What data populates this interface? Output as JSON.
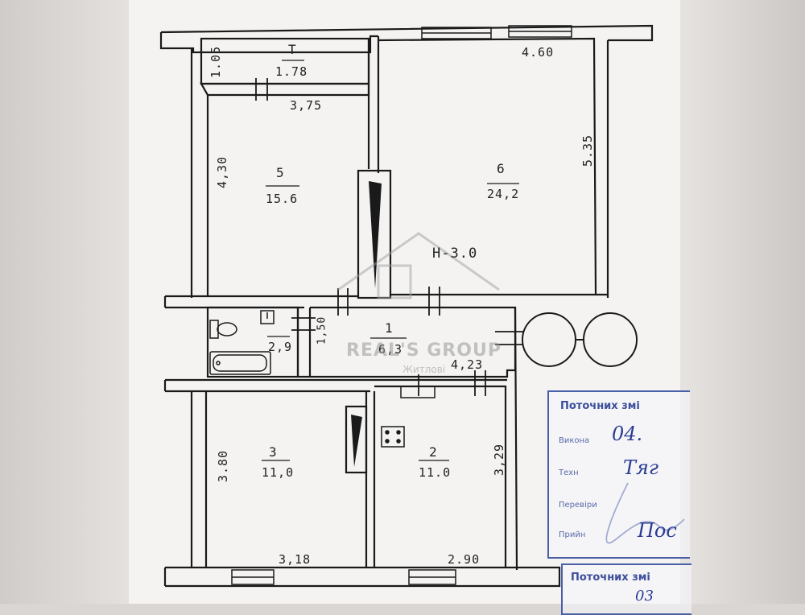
{
  "rooms": [
    {
      "id": "1",
      "area": "6,3"
    },
    {
      "id": "2",
      "area": "11.0"
    },
    {
      "id": "3",
      "area": "11,0"
    },
    {
      "id": "5",
      "area": "15.6"
    },
    {
      "id": "6",
      "area": "24,2"
    },
    {
      "id": "Т",
      "area": "1.78"
    },
    {
      "id": "",
      "area": "2,9"
    }
  ],
  "dimensions": {
    "storage_width": "1.05",
    "room5_width": "3,75",
    "room5_height": "4,30",
    "room6_width": "4.60",
    "room6_height": "5.35",
    "hall_height": "1,50",
    "hall_width": "4,23",
    "room3_height": "3.80",
    "room3_width": "3,18",
    "room2_height": "3,29",
    "room2_width": "2.90"
  },
  "ceiling_height": "Н-3.0",
  "watermark": {
    "brand": "REAL'S GROUP",
    "sub": "Житлові"
  },
  "stamp": {
    "title": "Поточних змі",
    "row_executed": "Викона",
    "row_tech": "Техн",
    "row_checked": "Перевіри",
    "row_date": "Прийн",
    "hand_executed": "04.",
    "hand_tech": "Тяг",
    "hand_date": "Пос",
    "title2": "Поточних змі",
    "hand2": "03"
  }
}
